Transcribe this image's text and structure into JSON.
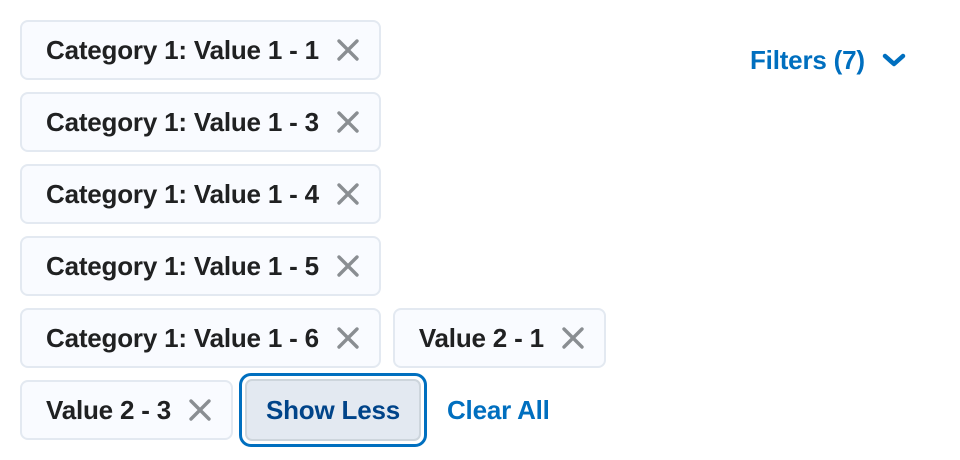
{
  "filters_button": {
    "label": "Filters (7)",
    "icon": "chevron-down-icon"
  },
  "chips": [
    {
      "label": "Category 1: Value 1 - 1"
    },
    {
      "label": "Category 1: Value 1 - 3"
    },
    {
      "label": "Category 1: Value 1 - 4"
    },
    {
      "label": "Category 1: Value 1 - 5"
    },
    {
      "label": "Category 1: Value 1 - 6"
    },
    {
      "label": "Value 2 - 1"
    },
    {
      "label": "Value 2 - 3"
    }
  ],
  "actions": {
    "show_less": "Show Less",
    "clear_all": "Clear All"
  },
  "colors": {
    "accent": "#006fbf",
    "chip_bg": "#f9fbff",
    "chip_border": "#e3e9f1",
    "close_icon": "#8a8e92",
    "show_less_bg": "#e3e9f1",
    "show_less_text": "#004489"
  }
}
